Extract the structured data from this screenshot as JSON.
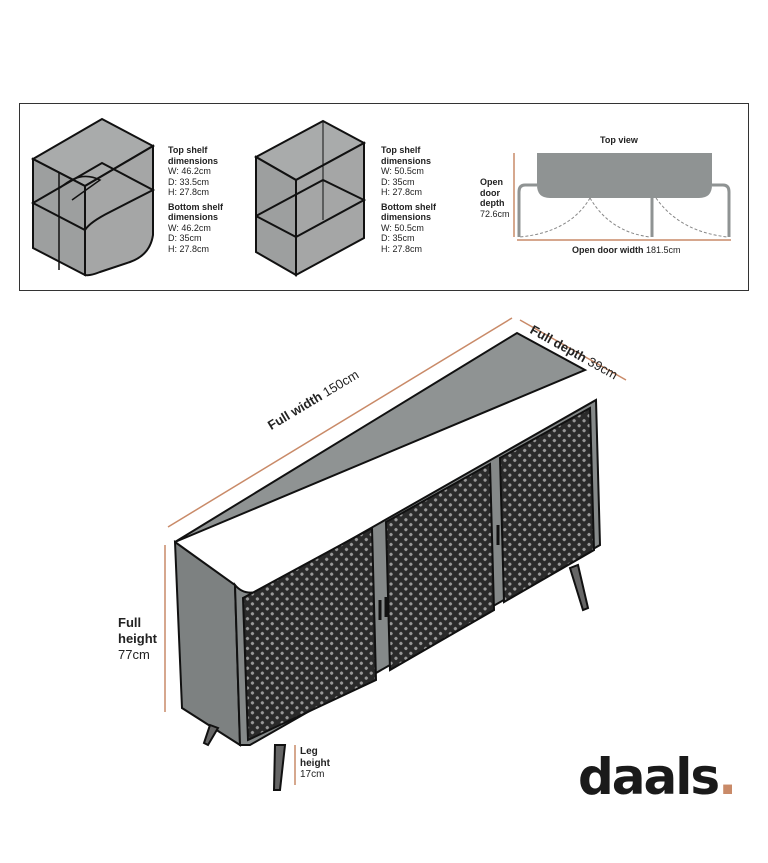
{
  "shelf_left": {
    "top_title_1": "Top shelf",
    "top_title_2": "dimensions",
    "top_w": "W: 46.2cm",
    "top_d": "D: 33.5cm",
    "top_h": "H: 27.8cm",
    "bottom_title_1": "Bottom shelf",
    "bottom_title_2": "dimensions",
    "bottom_w": "W: 46.2cm",
    "bottom_d": "D: 35cm",
    "bottom_h": "H: 27.8cm"
  },
  "shelf_middle": {
    "top_title_1": "Top shelf",
    "top_title_2": "dimensions",
    "top_w": "W: 50.5cm",
    "top_d": "D: 35cm",
    "top_h": "H: 27.8cm",
    "bottom_title_1": "Bottom shelf",
    "bottom_title_2": "dimensions",
    "bottom_w": "W: 50.5cm",
    "bottom_d": "D: 35cm",
    "bottom_h": "H: 27.8cm"
  },
  "top_view": {
    "title": "Top view",
    "depth_label_1": "Open",
    "depth_label_2": "door",
    "depth_label_3": "depth",
    "depth_value": "72.6cm",
    "width_label": "Open door width",
    "width_value": "181.5cm"
  },
  "main": {
    "width_label": "Full width",
    "width_value": "150cm",
    "depth_label": "Full depth",
    "depth_value": "39cm",
    "height_label_1": "Full",
    "height_label_2": "height",
    "height_value": "77cm",
    "leg_label_1": "Leg",
    "leg_label_2": "height",
    "leg_value": "17cm"
  },
  "brand": {
    "name": "daals",
    "dot": "."
  },
  "colors": {
    "accent": "#c98a68",
    "body": "#8f9393",
    "line": "#1a1a1a"
  }
}
